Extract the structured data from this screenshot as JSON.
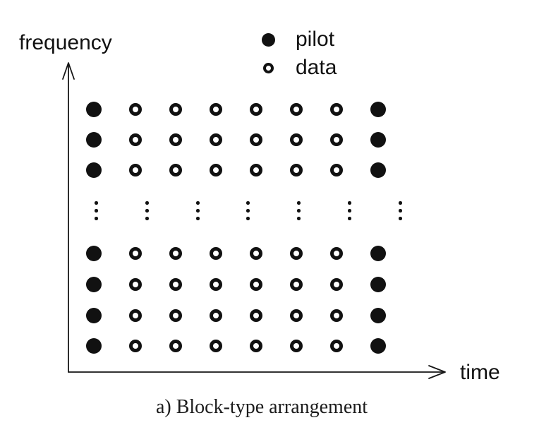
{
  "figure": {
    "axes": {
      "y_label": "frequency",
      "x_label": "time"
    },
    "legend": [
      {
        "symbol": "filled-circle",
        "label": "pilot"
      },
      {
        "symbol": "open-circle",
        "label": "data"
      }
    ],
    "grid": {
      "columns": 8,
      "rows": [
        {
          "type": "dots",
          "cells": [
            "pilot",
            "data",
            "data",
            "data",
            "data",
            "data",
            "data",
            "pilot"
          ]
        },
        {
          "type": "dots",
          "cells": [
            "pilot",
            "data",
            "data",
            "data",
            "data",
            "data",
            "data",
            "pilot"
          ]
        },
        {
          "type": "dots",
          "cells": [
            "pilot",
            "data",
            "data",
            "data",
            "data",
            "data",
            "data",
            "pilot"
          ]
        },
        {
          "type": "ellipsis",
          "count": 7,
          "glyph": "vertical-ellipsis"
        },
        {
          "type": "dots",
          "cells": [
            "pilot",
            "data",
            "data",
            "data",
            "data",
            "data",
            "data",
            "pilot"
          ]
        },
        {
          "type": "dots",
          "cells": [
            "pilot",
            "data",
            "data",
            "data",
            "data",
            "data",
            "data",
            "pilot"
          ]
        },
        {
          "type": "dots",
          "cells": [
            "pilot",
            "data",
            "data",
            "data",
            "data",
            "data",
            "data",
            "pilot"
          ]
        },
        {
          "type": "dots",
          "cells": [
            "pilot",
            "data",
            "data",
            "data",
            "data",
            "data",
            "data",
            "pilot"
          ]
        }
      ]
    },
    "caption": "a) Block-type arrangement",
    "colors": {
      "ink": "#111111",
      "background": "#ffffff"
    }
  }
}
